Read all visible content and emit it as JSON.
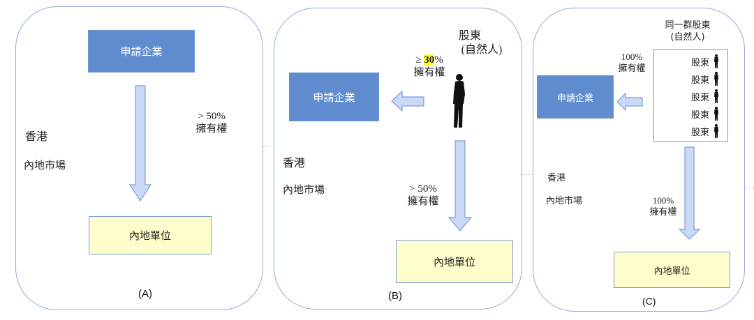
{
  "colors": {
    "panel_border": "#8faadc",
    "company_fill": "#5f8ccf",
    "mainland_fill": "#fefdcc",
    "arrow_fill": "#c9d9f7",
    "arrow_stroke": "#7c9ed6",
    "divider": "#c8c8c8",
    "highlight": "#ffff33"
  },
  "panels": [
    {
      "id": "A",
      "caption": "(A)",
      "company_label": "申請企業",
      "mainland_label": "內地單位",
      "region_hk": "香港",
      "region_mainland": "內地市場",
      "ownership_down": {
        "pct": "> 50%",
        "label": "擁有權"
      }
    },
    {
      "id": "B",
      "caption": "(B)",
      "company_label": "申請企業",
      "mainland_label": "內地單位",
      "region_hk": "香港",
      "region_mainland": "內地市場",
      "shareholder_title": "股東",
      "shareholder_sub": "(自然人)",
      "ownership_left": {
        "prefix": "≥ ",
        "pct_highlight": "30",
        "suffix": "%",
        "label": "擁有權"
      },
      "ownership_down": {
        "pct": "> 50%",
        "label": "擁有權"
      },
      "person_icon": "person-silhouette-icon"
    },
    {
      "id": "C",
      "caption": "(C)",
      "company_label": "申請企業",
      "mainland_label": "內地單位",
      "region_hk": "香港",
      "region_mainland": "內地市場",
      "shareholder_title": "同一群股東",
      "shareholder_sub": "(自然人)",
      "shareholders": [
        "股東",
        "股東",
        "股東",
        "股東",
        "股東"
      ],
      "ownership_left": {
        "pct": "100%",
        "label": "擁有權"
      },
      "ownership_down": {
        "pct": "100%",
        "label": "擁有權"
      },
      "person_icon": "person-silhouette-icon"
    }
  ]
}
